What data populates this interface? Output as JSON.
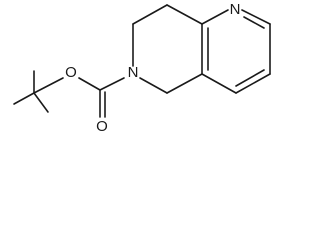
{
  "structure": {
    "atoms": {
      "pyridine_n": "N",
      "ring_n": "N",
      "ester_o": "O",
      "carbonyl_o": "O"
    }
  }
}
